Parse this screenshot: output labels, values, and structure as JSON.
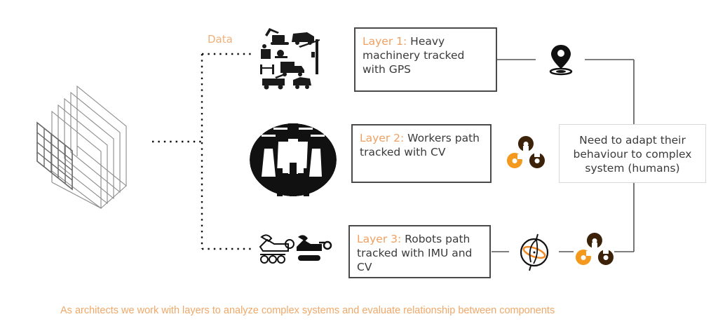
{
  "diagram": {
    "data_label": "Data",
    "layers": [
      {
        "prefix": "Layer 1:",
        "text": " Heavy machinery tracked with GPS",
        "tracking_icon": "gps-pin-icon",
        "source_icon": "heavy-machinery-icon"
      },
      {
        "prefix": "Layer 2:",
        "text": " Workers path tracked with CV",
        "tracking_icon": "opencv-logo-icon",
        "source_icon": "workers-group-icon"
      },
      {
        "prefix": "Layer 3:",
        "text": " Robots path tracked with IMU and CV",
        "tracking_icon": "imu-gyroscope-icon",
        "source_icon": "robots-icon"
      }
    ],
    "note": "Need to adapt their behaviour to complex system (humans)",
    "note_icon": "opencv-logo-icon",
    "building_icon": "layered-building-isometric-icon"
  },
  "caption": "As architects we work with layers to analyze complex systems and evaluate relationship between components",
  "colors": {
    "accent": "#f0a060",
    "opencv_orange": "#f39a1e",
    "opencv_dark": "#3b2208",
    "line": "#4a4a4a"
  }
}
